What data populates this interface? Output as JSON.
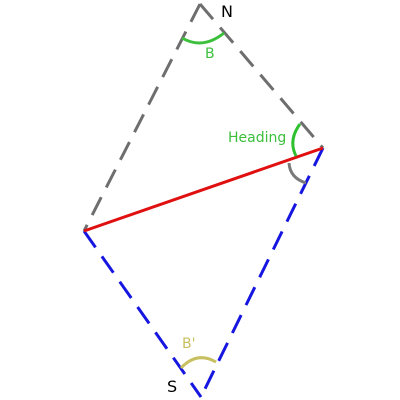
{
  "labels": {
    "north": "N",
    "south": "S",
    "angle_b": "B",
    "angle_b_prime": "B'",
    "heading": "Heading"
  },
  "colors": {
    "upper_lines": "#6e6e6e",
    "lower_lines": "#1616e0",
    "heading_line": "#e01010",
    "angle_b": "#3cbf3c",
    "angle_b_prime": "#c8c060",
    "heading_arc": "#2ec02e",
    "right_arc": "#7a7a7a",
    "text": "#000000"
  }
}
